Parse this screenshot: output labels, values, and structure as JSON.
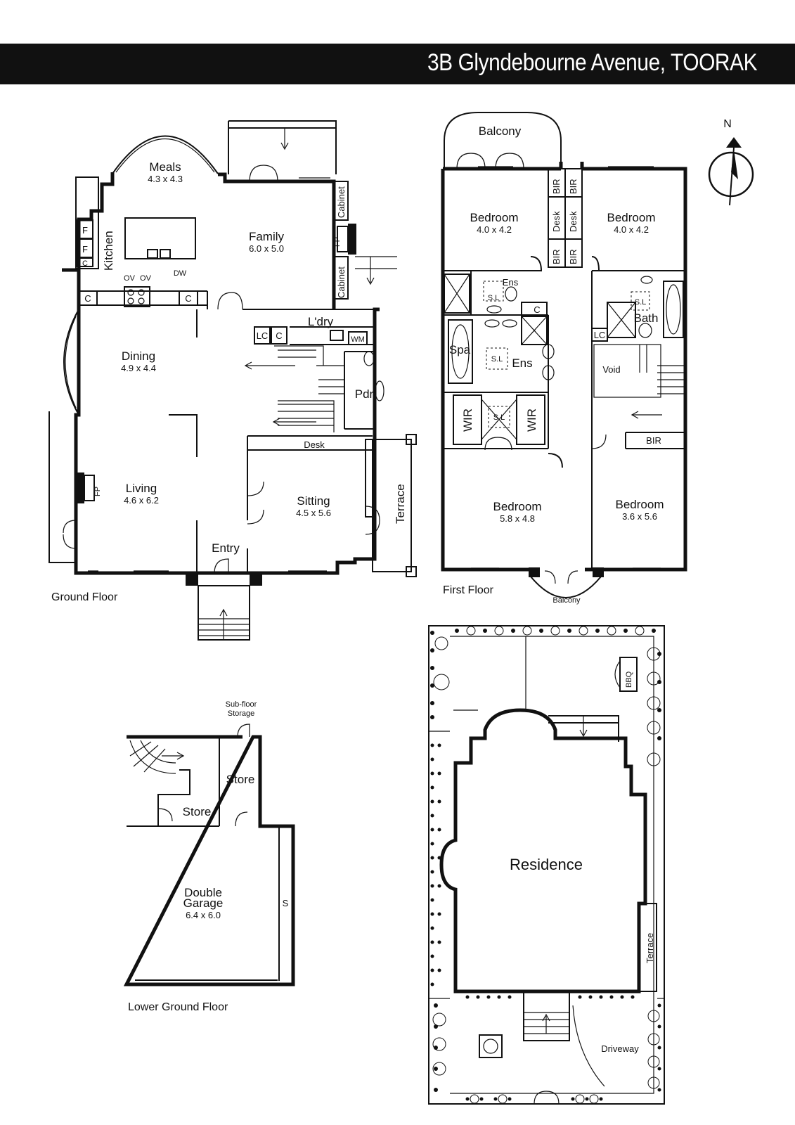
{
  "header": {
    "address": "3B Glyndebourne Avenue, TOORAK"
  },
  "compass": {
    "north_label": "N"
  },
  "ground_floor": {
    "floor_label": "Ground Floor",
    "rooms": {
      "meals": {
        "name": "Meals",
        "dims": "4.3 x 4.3"
      },
      "family": {
        "name": "Family",
        "dims": "6.0 x 5.0"
      },
      "kitchen": {
        "name": "Kitchen"
      },
      "dining": {
        "name": "Dining",
        "dims": "4.9 x 4.4"
      },
      "living": {
        "name": "Living",
        "dims": "4.6 x 6.2"
      },
      "sitting": {
        "name": "Sitting",
        "dims": "4.5 x 5.6"
      },
      "laundry": {
        "name": "L'dry"
      },
      "powder": {
        "name": "Pdr"
      },
      "entry": {
        "name": "Entry"
      },
      "terrace": {
        "name": "Terrace"
      },
      "desk": {
        "name": "Desk"
      }
    },
    "fixtures": {
      "fridge_1": "F",
      "fridge_2": "F",
      "cupboard_small": "C",
      "oven_1": "OV",
      "oven_2": "OV",
      "dishwasher": "DW",
      "cupboard_left": "C",
      "cupboard_right": "C",
      "cabinet_top": "Cabinet",
      "cabinet_bottom": "Cabinet",
      "fireplace_family": "FP",
      "fireplace_living": "FP",
      "linen_cupboard": "LC",
      "cupboard_laundry": "C",
      "washing_machine": "WM"
    }
  },
  "first_floor": {
    "floor_label": "First Floor",
    "rooms": {
      "balcony_top": {
        "name": "Balcony"
      },
      "bedroom_nw": {
        "name": "Bedroom",
        "dims": "4.0 x 4.2"
      },
      "bedroom_ne": {
        "name": "Bedroom",
        "dims": "4.0 x 4.2"
      },
      "ensuite_small": {
        "name": "Ens"
      },
      "ensuite_main": {
        "name": "Ens"
      },
      "spa": {
        "name": "Spa"
      },
      "bath": {
        "name": "Bath"
      },
      "void": {
        "name": "Void"
      },
      "wir_left": {
        "name": "WIR"
      },
      "wir_right": {
        "name": "WIR"
      },
      "bedroom_sw": {
        "name": "Bedroom",
        "dims": "5.8 x 4.8"
      },
      "bedroom_se": {
        "name": "Bedroom",
        "dims": "3.6 x 5.6"
      },
      "balcony_bottom": {
        "name": "Balcony"
      }
    },
    "fixtures": {
      "bir_1": "BIR",
      "bir_2": "BIR",
      "bir_3": "BIR",
      "bir_4": "BIR",
      "bir_5": "BIR",
      "desk_1": "Desk",
      "desk_2": "Desk",
      "skylight_1": "S.L",
      "skylight_2": "S.L",
      "skylight_3": "S.L",
      "skylight_4": "S.L",
      "cupboard": "C",
      "linen_cupboard": "LC"
    }
  },
  "lower_ground_floor": {
    "floor_label": "Lower Ground Floor",
    "rooms": {
      "subfloor_line1": "Sub-floor",
      "subfloor_line2": "Storage",
      "store_1": "Store",
      "store_2": "Store",
      "garage_line1": "Double",
      "garage_line2": "Garage",
      "garage_dims": "6.4 x 6.0",
      "shelf": "S"
    }
  },
  "site_plan": {
    "residence": "Residence",
    "bbq": "BBQ",
    "terrace": "Terrace",
    "driveway": "Driveway"
  }
}
